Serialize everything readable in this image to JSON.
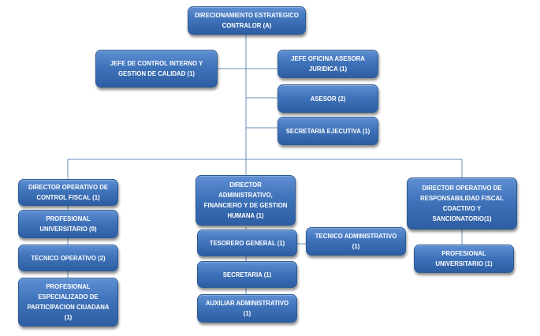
{
  "nodes": {
    "contralor": "DIRECIONAMIENTO ESTRATEGICO\nCONTRALOR (A)",
    "jefe_control": "JEFE DE CONTROL INTERNO Y\nGESTION DE CALIDAD  (1)",
    "jefe_juridica": "JEFE OFICINA ASESORA\nJURIDICA (1)",
    "asesor": "ASESOR (2)",
    "secretaria_ejecutiva": "SECRETARIA EJECUTIVA (1)",
    "dir_control_fiscal": "DIRECTOR OPERATIVO DE\nCONTROL FISCAL (1)",
    "profesional_universitario_9": "PROFESIONAL\nUNIVERSITARIO (9)",
    "tecnico_operativo": "TECNICO OPERATIVO (2)",
    "profesional_especializado": "PROFESIONAL\nESPECIALIZADO DE\nPARTICIPACION CIUADANA\n(1)",
    "dir_administrativo": "DIRECTOR\nADMINISTRATIVO,\nFINANCIERO Y DE GESTION\nHUMANA (1)",
    "tesorero": "TESORERO GENERAL (1)",
    "secretaria": "SECRETARIA (1)",
    "auxiliar_administrativo": "AUXILIAR ADMINISTRATIVO\n(1)",
    "tecnico_administrativo": "TECNICO ADMINISTRATIVO\n(1)",
    "dir_responsabilidad": "DIRECTOR OPERATIVO DE\nRESPONSABILIDAD FISCAL\nCOACTIVO Y\nSANCIONATORIO(1)",
    "profesional_universitario_1": "PROFESIONAL\nUNIVERSITARIO (1)"
  }
}
